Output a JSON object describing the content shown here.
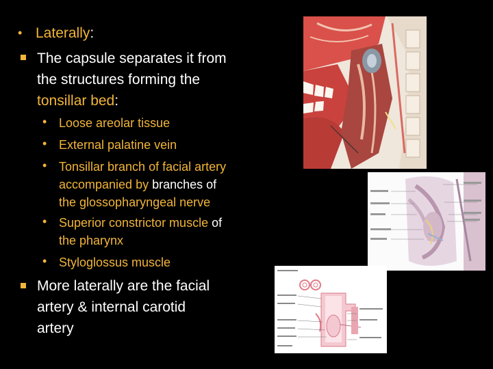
{
  "heading": {
    "text": "Laterally",
    "colon": ":"
  },
  "para1": {
    "line1": "The capsule separates it from",
    "line2": "the structures forming  the",
    "line3_highlight": "tonsillar bed",
    "line3_colon": ":"
  },
  "list": {
    "item1": "Loose areolar tissue",
    "item2": "External palatine vein",
    "item3_line1": "Tonsillar branch of facial artery",
    "item3_line2_a": "accompanied by ",
    "item3_line2_b": "branches of",
    "item3_line3": "the glossopharyngeal nerve",
    "item4_line1_a": "Superior constrictor muscle",
    "item4_line1_b": " of",
    "item4_line2": "the pharynx",
    "item5": "Styloglossus muscle"
  },
  "para2": {
    "line1": "More laterally are the facial",
    "line2": "artery & internal carotid",
    "line3": "artery"
  },
  "colors": {
    "highlight": "#f2b53a",
    "text": "#ffffff",
    "background": "#000000"
  }
}
